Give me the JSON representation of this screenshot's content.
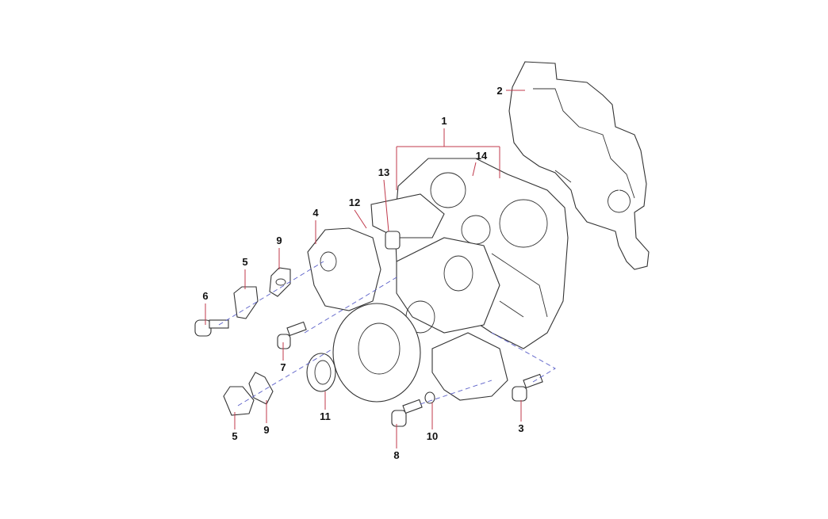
{
  "diagram": {
    "type": "exploded-parts-diagram",
    "callouts": [
      "1",
      "2",
      "3",
      "4",
      "5",
      "5",
      "6",
      "7",
      "8",
      "9",
      "9",
      "10",
      "11",
      "12",
      "13",
      "14"
    ]
  },
  "colors": {
    "leader": "#c0394b",
    "assembly_line": "#5a5fc8",
    "outline": "#333333"
  }
}
